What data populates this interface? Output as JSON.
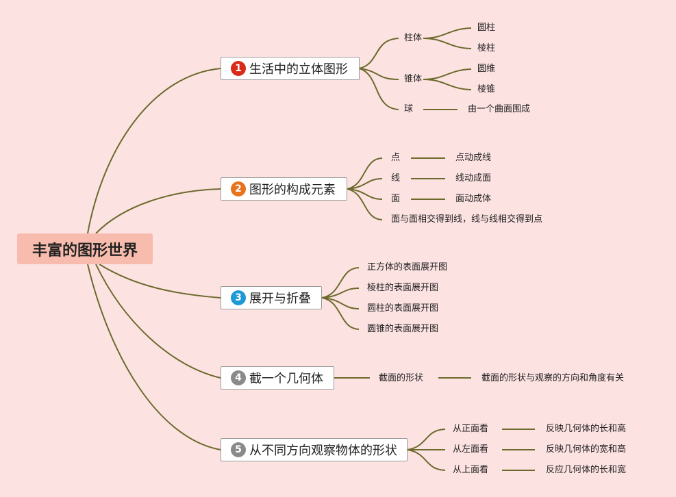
{
  "root": {
    "title": "丰富的图形世界"
  },
  "colors": {
    "background": "#fde2e2",
    "root_fill": "#f8bcae",
    "line": "#6b6a2c",
    "badge_1": "#d92b1a",
    "badge_2": "#e8731c",
    "badge_3": "#1d9ad6",
    "badge_4": "#8a8a8a",
    "badge_5": "#8a8a8a"
  },
  "branches": [
    {
      "number": "1",
      "label": "生活中的立体图形",
      "children": [
        {
          "label": "柱体",
          "children": [
            {
              "label": "圆柱"
            },
            {
              "label": "棱柱"
            }
          ]
        },
        {
          "label": "锥体",
          "children": [
            {
              "label": "圆维"
            },
            {
              "label": "棱锥"
            }
          ]
        },
        {
          "label": "球",
          "children": [
            {
              "label": "由一个曲面围成"
            }
          ]
        }
      ]
    },
    {
      "number": "2",
      "label": "图形的构成元素",
      "children": [
        {
          "label": "点",
          "children": [
            {
              "label": "点动成线"
            }
          ]
        },
        {
          "label": "线",
          "children": [
            {
              "label": "线动成面"
            }
          ]
        },
        {
          "label": "面",
          "children": [
            {
              "label": "面动成体"
            }
          ]
        },
        {
          "label": "面与面相交得到线，线与线相交得到点"
        }
      ]
    },
    {
      "number": "3",
      "label": "展开与折叠",
      "children": [
        {
          "label": "正方体的表面展开图"
        },
        {
          "label": "棱柱的表面展开图"
        },
        {
          "label": "圆柱的表面展开图"
        },
        {
          "label": "圆锥的表面展开图"
        }
      ]
    },
    {
      "number": "4",
      "label": "截一个几何体",
      "children": [
        {
          "label": "截面的形状",
          "children": [
            {
              "label": "截面的形状与观察的方向和角度有关"
            }
          ]
        }
      ]
    },
    {
      "number": "5",
      "label": "从不同方向观察物体的形状",
      "children": [
        {
          "label": "从正面看",
          "children": [
            {
              "label": "反映几何体的长和高"
            }
          ]
        },
        {
          "label": "从左面看",
          "children": [
            {
              "label": "反映几何体的宽和高"
            }
          ]
        },
        {
          "label": "从上面看",
          "children": [
            {
              "label": "反应几何体的长和宽"
            }
          ]
        }
      ]
    }
  ]
}
